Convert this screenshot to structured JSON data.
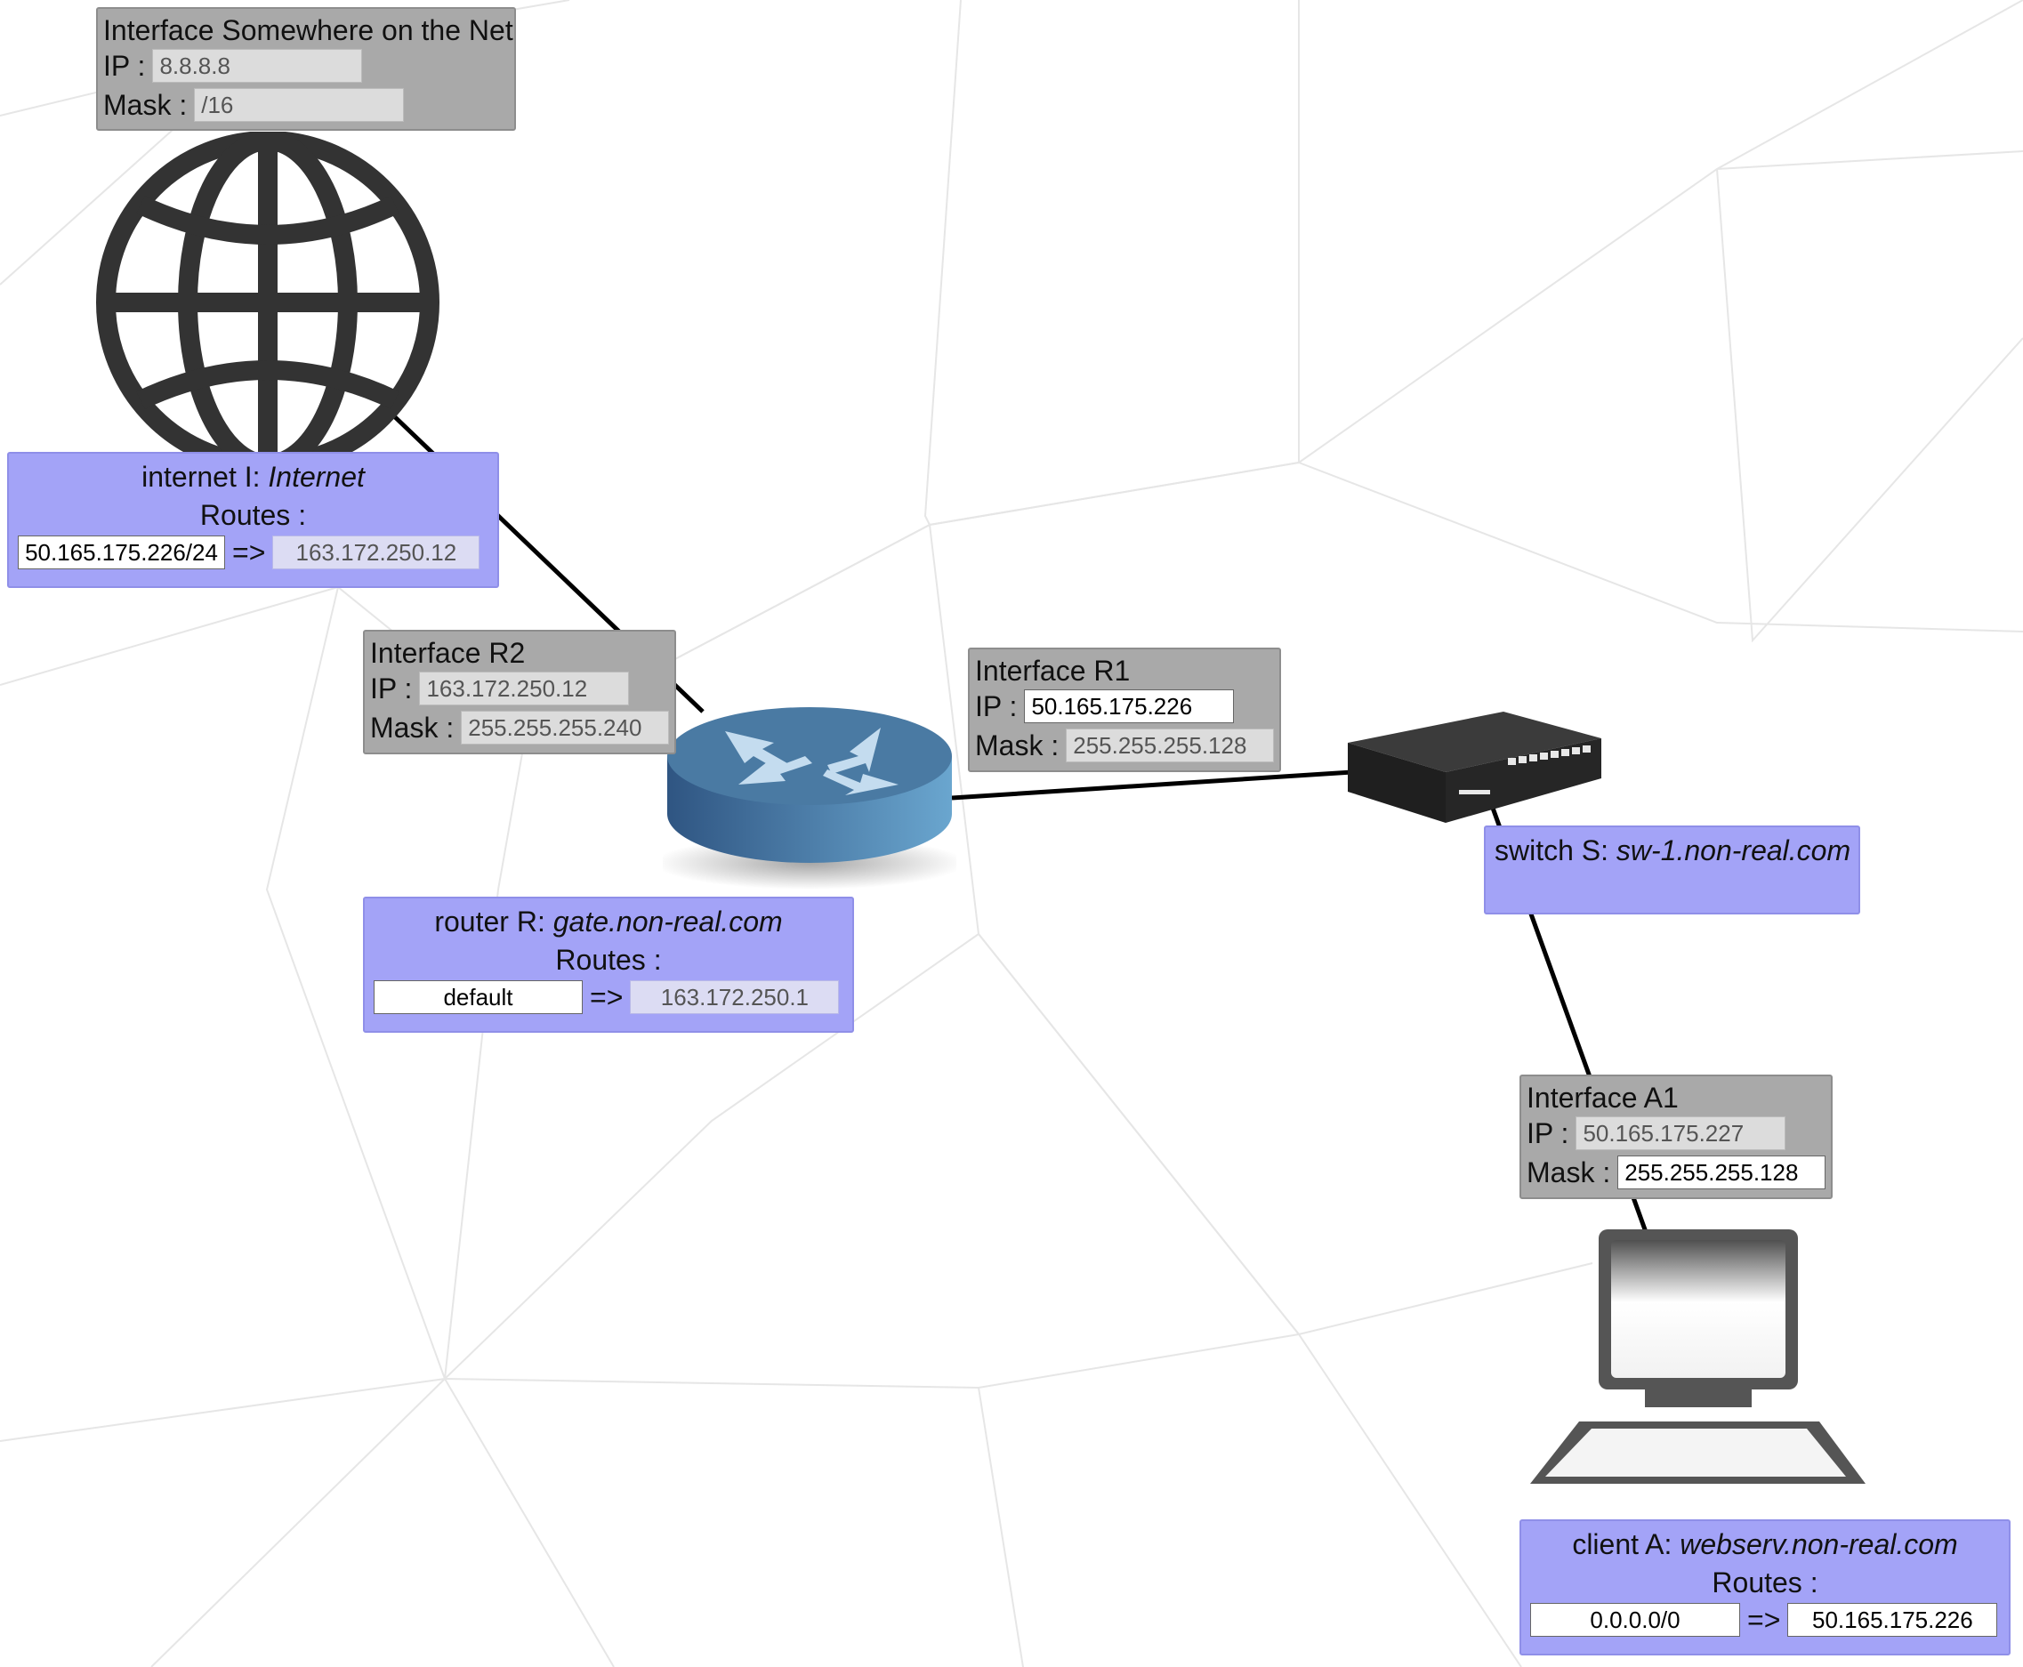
{
  "internet_interface": {
    "title": "Interface Somewhere on the Net",
    "ip_label": "IP :",
    "ip_value": "8.8.8.8",
    "mask_label": "Mask :",
    "mask_value": "/16"
  },
  "internet_node": {
    "kind": "internet I:",
    "name": "Internet",
    "routes_label": "Routes :",
    "routes": [
      {
        "dest": "50.165.175.226/24",
        "arrow": "=>",
        "via": "163.172.250.12"
      }
    ]
  },
  "interface_r2": {
    "title": "Interface R2",
    "ip_label": "IP :",
    "ip_value": "163.172.250.12",
    "mask_label": "Mask :",
    "mask_value": "255.255.255.240"
  },
  "interface_r1": {
    "title": "Interface R1",
    "ip_label": "IP :",
    "ip_value": "50.165.175.226",
    "mask_label": "Mask :",
    "mask_value": "255.255.255.128"
  },
  "router_node": {
    "kind": "router R:",
    "name": "gate.non-real.com",
    "routes_label": "Routes :",
    "routes": [
      {
        "dest": "default",
        "arrow": "=>",
        "via": "163.172.250.1"
      }
    ]
  },
  "switch_node": {
    "kind": "switch S:",
    "name": "sw-1.non-real.com"
  },
  "interface_a1": {
    "title": "Interface A1",
    "ip_label": "IP :",
    "ip_value": "50.165.175.227",
    "mask_label": "Mask :",
    "mask_value": "255.255.255.128"
  },
  "client_node": {
    "kind": "client A:",
    "name": "webserv.non-real.com",
    "routes_label": "Routes :",
    "routes": [
      {
        "dest": "0.0.0.0/0",
        "arrow": "=>",
        "via": "50.165.175.226"
      }
    ]
  },
  "colors": {
    "interface_panel": "#a9a9a9",
    "node_panel": "#a3a3f7",
    "router_body": "#4f7fa8",
    "link": "#000000"
  },
  "icons": [
    "globe-icon",
    "router-icon",
    "switch-icon",
    "computer-icon"
  ]
}
